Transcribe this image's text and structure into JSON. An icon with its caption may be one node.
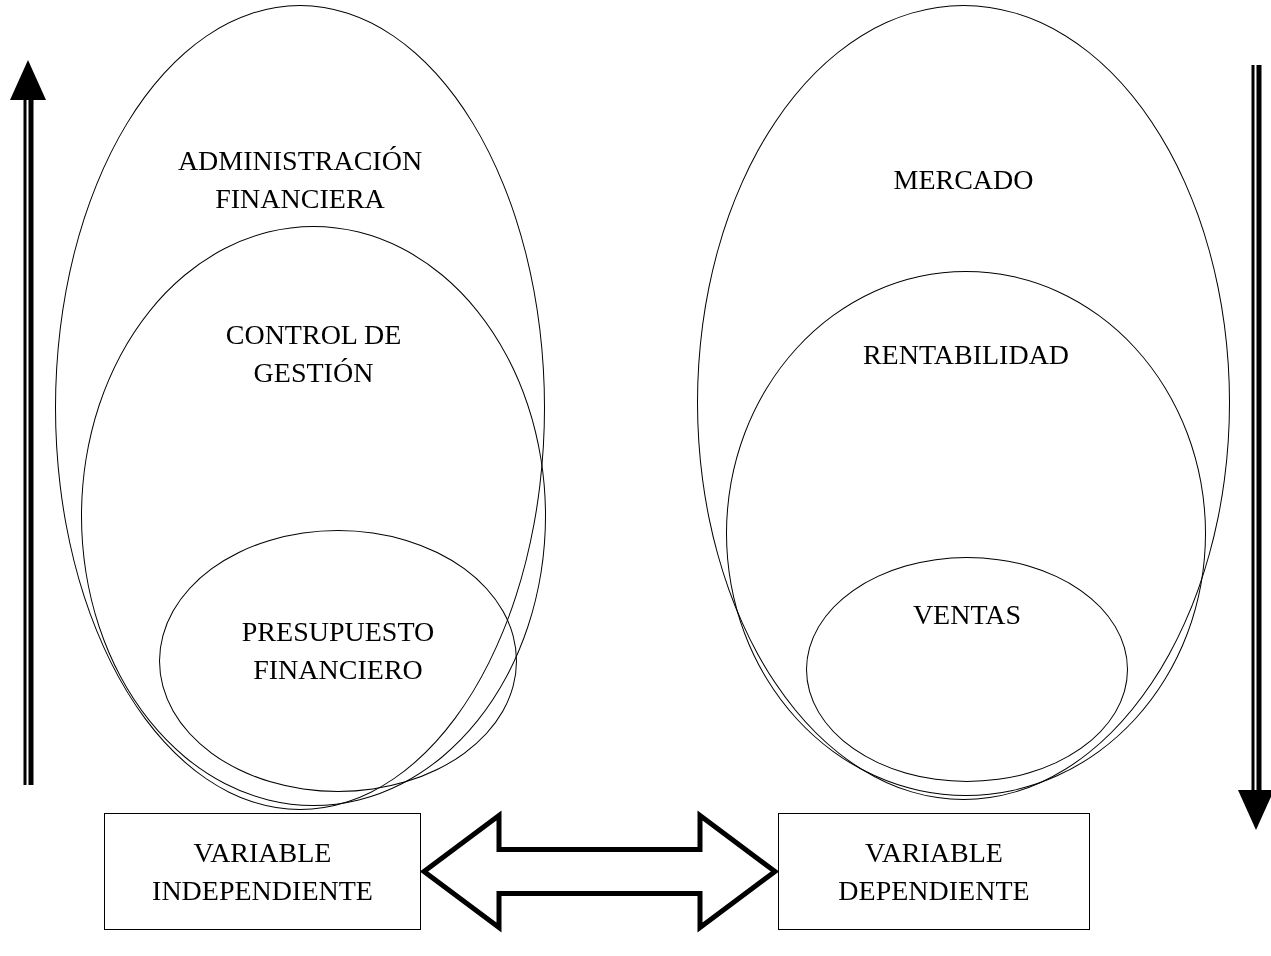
{
  "diagram": {
    "nodes": [
      {
        "text": [
          "ADMINISTRACIÓN FINANCIERA"
        ]
      },
      {
        "text": [
          "CONTROL DE GESTIÓN"
        ],
        "in": 0
      },
      {
        "text": [
          "PRESUPUESTO FINANCIERO"
        ],
        "in": 1
      },
      {
        "text": [
          "MERCADO"
        ]
      },
      {
        "text": [
          "RENTABILIDAD"
        ],
        "in": 3
      },
      {
        "text": [
          "VENTAS"
        ],
        "in": 4
      },
      {
        "text": [
          "VARIABLE INDEPENDIENTE"
        ]
      },
      {
        "text": [
          "VARIABLE DEPENDIENTE"
        ]
      }
    ],
    "edges": [
      {
        "from": 6,
        "to": 7,
        "arrow": "both",
        "style": "thick"
      }
    ]
  }
}
